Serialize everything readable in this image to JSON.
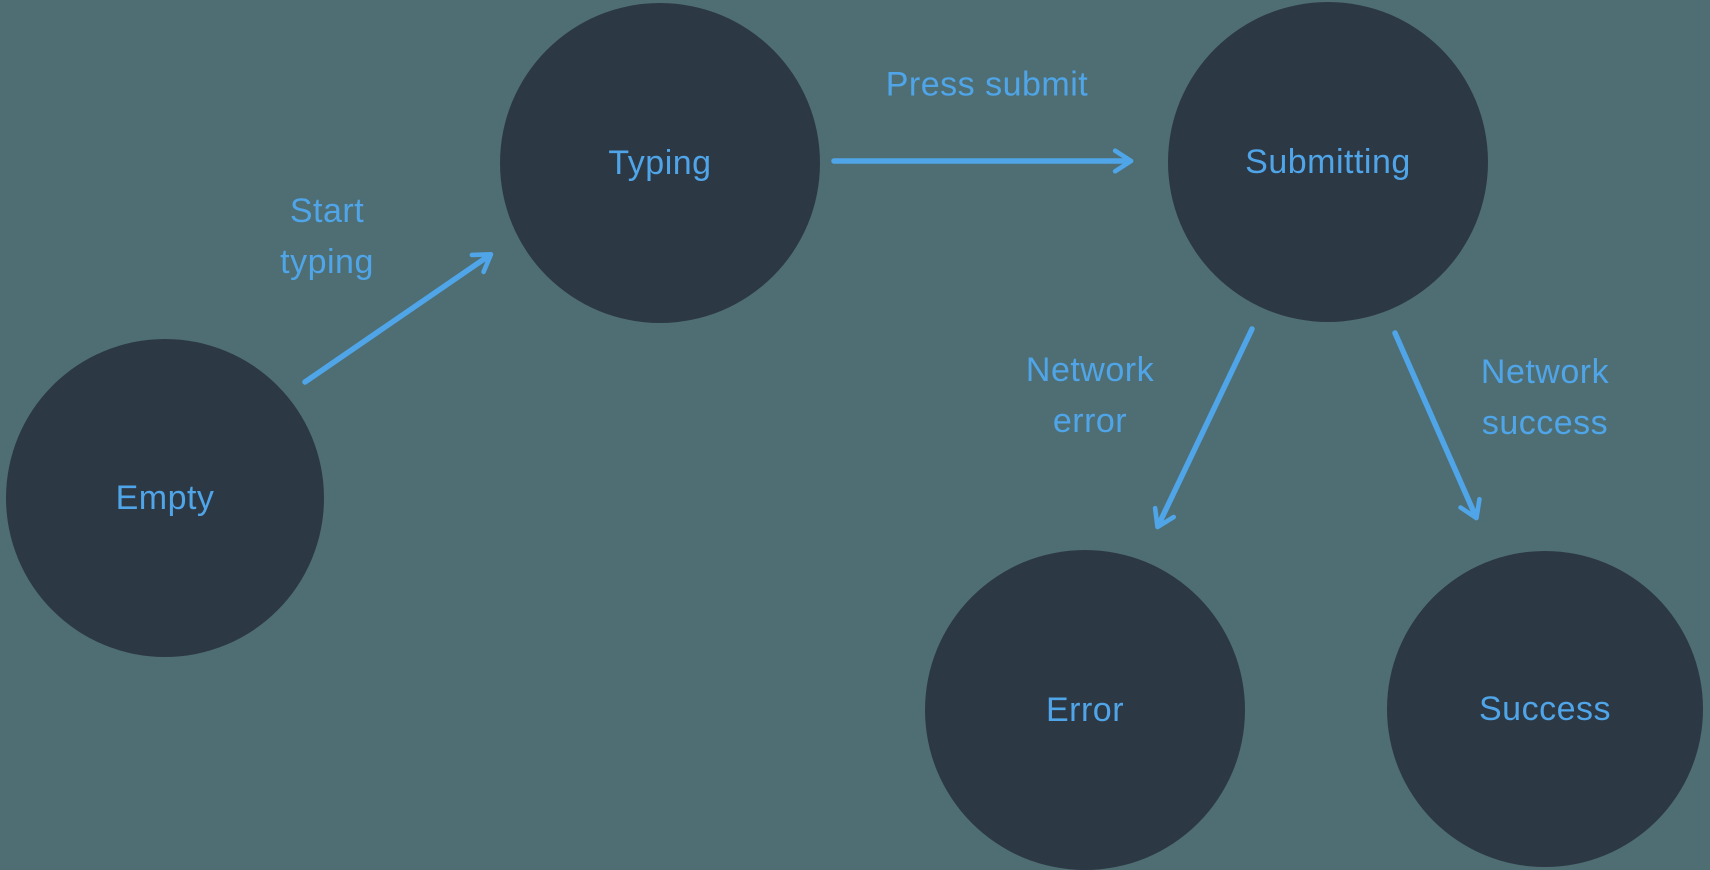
{
  "diagram": {
    "type": "state-machine",
    "colors": {
      "background": "#4e6e74",
      "node": "#2d3845",
      "accent": "#4fa5e8"
    },
    "nodes": [
      {
        "id": "empty",
        "label": "Empty"
      },
      {
        "id": "typing",
        "label": "Typing"
      },
      {
        "id": "submitting",
        "label": "Submitting"
      },
      {
        "id": "error",
        "label": "Error"
      },
      {
        "id": "success",
        "label": "Success"
      }
    ],
    "edges": [
      {
        "from": "empty",
        "to": "typing",
        "label": "Start typing"
      },
      {
        "from": "typing",
        "to": "submitting",
        "label": "Press submit"
      },
      {
        "from": "submitting",
        "to": "error",
        "label": "Network error"
      },
      {
        "from": "submitting",
        "to": "success",
        "label": "Network success"
      }
    ]
  }
}
